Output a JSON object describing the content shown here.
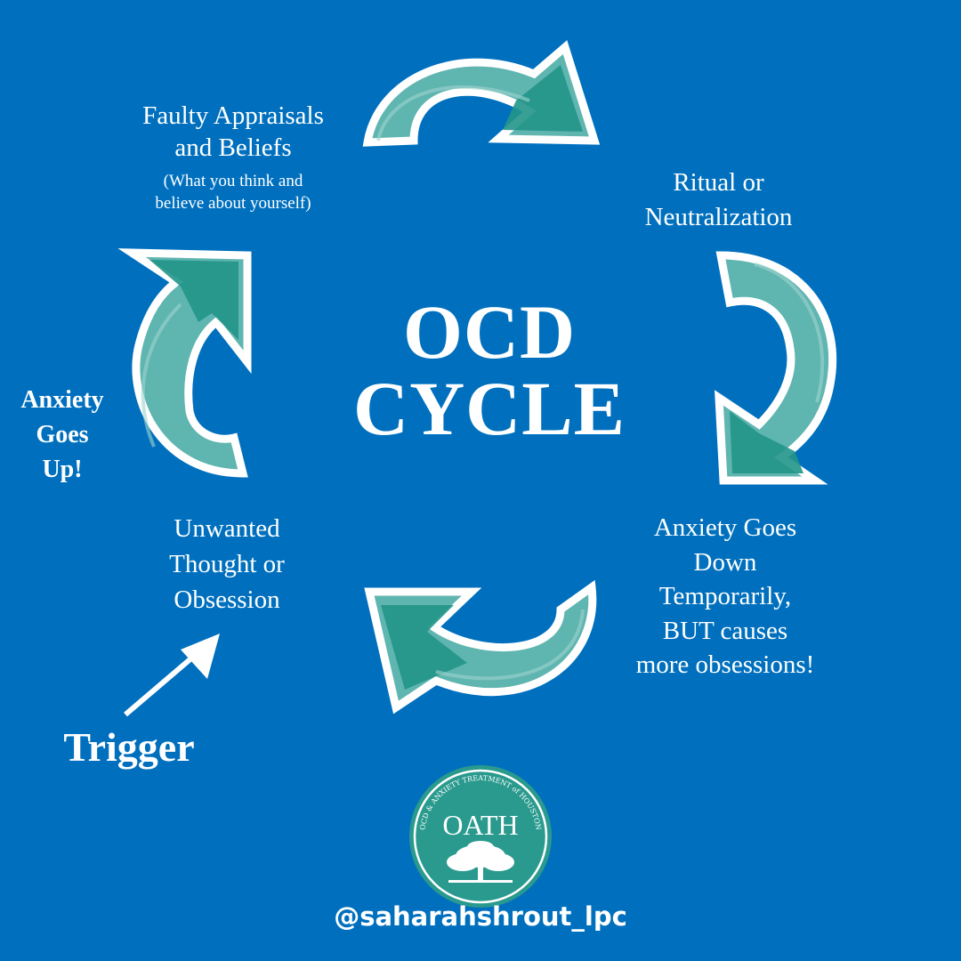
{
  "title": {
    "line1": "OCD",
    "line2": "CYCLE"
  },
  "stages": {
    "faulty_appraisals": {
      "line1": "Faulty Appraisals",
      "line2": "and Beliefs",
      "sub1": "(What you think and",
      "sub2": "believe about yourself)"
    },
    "ritual": {
      "line1": "Ritual or",
      "line2": "Neutralization"
    },
    "anxiety_down": {
      "line1": "Anxiety Goes",
      "line2": "Down",
      "line3": "Temporarily,",
      "line4": "BUT causes",
      "line5": "more obsessions!"
    },
    "unwanted_thought": {
      "line1": "Unwanted",
      "line2": "Thought or",
      "line3": "Obsession"
    },
    "anxiety_up": {
      "line1": "Anxiety",
      "line2": "Goes",
      "line3": "Up!"
    }
  },
  "trigger": {
    "label": "Trigger"
  },
  "logo": {
    "name": "OATH",
    "arc_text": "OCD & ANXIETY TREATMENT of HOUSTON",
    "icon": "tree-icon"
  },
  "handle": "@saharahshrout_lpc",
  "colors": {
    "background": "#0070BE",
    "arrow_fill": "#5FB5B0",
    "arrow_dark": "#22958A",
    "outline": "#FFFFFF",
    "logo_fill": "#2A9A8E"
  }
}
